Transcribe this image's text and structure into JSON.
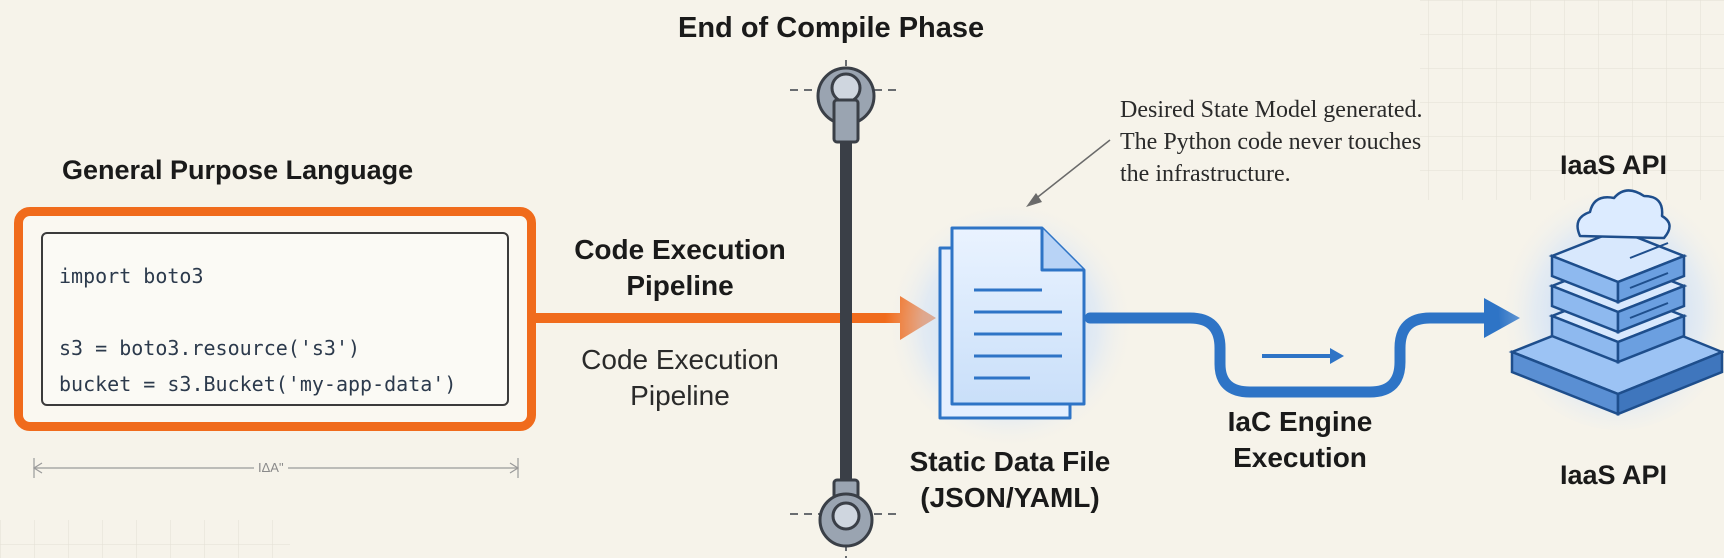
{
  "title": "End of Compile Phase",
  "source": {
    "heading": "General Purpose Language",
    "code_lines": [
      "import boto3",
      "",
      "s3 = boto3.resource('s3')",
      "bucket = s3.Bucket('my-app-data')"
    ],
    "dimension_label": "ΙΔΑ\""
  },
  "pipeline": {
    "label_bold": "Code Execution Pipeline",
    "label_plain": "Code Execution Pipeline"
  },
  "artifact": {
    "label": "Static Data File (JSON/YAML)",
    "callout": "Desired State Model generated. The Python code never touches the infrastructure."
  },
  "engine": {
    "label": "IaC Engine Execution"
  },
  "target": {
    "label_top": "IaaS API",
    "label_bottom": "IaaS API"
  },
  "colors": {
    "orange": "#f06b1c",
    "blue": "#2e74c6",
    "light_blue": "#cfe2fb",
    "barrier": "#3a3f47",
    "background": "#f6f3ea"
  },
  "icons": [
    "document-icon",
    "server-stack-icon",
    "cloud-icon",
    "barrier-handle-icon"
  ]
}
